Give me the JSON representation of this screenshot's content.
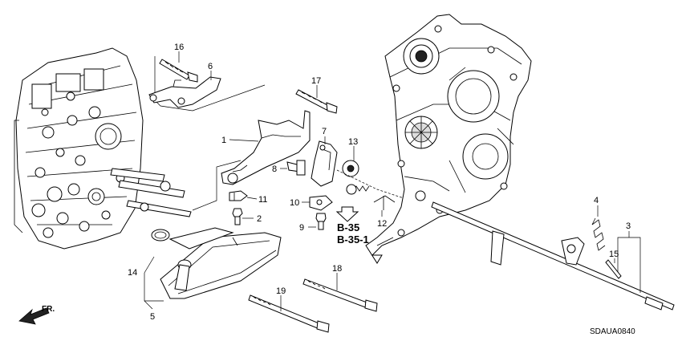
{
  "callouts": {
    "c1": "1",
    "c2": "2",
    "c3": "3",
    "c4": "4",
    "c5": "5",
    "c6": "6",
    "c7": "7",
    "c8": "8",
    "c9": "9",
    "c10": "10",
    "c11": "11",
    "c12": "12",
    "c13": "13",
    "c14": "14",
    "c15": "15",
    "c16": "16",
    "c17": "17",
    "c18": "18",
    "c19": "19"
  },
  "references": {
    "r1": "B-35",
    "r2": "B-35-1"
  },
  "direction": "FR.",
  "diagram_code": "SDAUA0840"
}
